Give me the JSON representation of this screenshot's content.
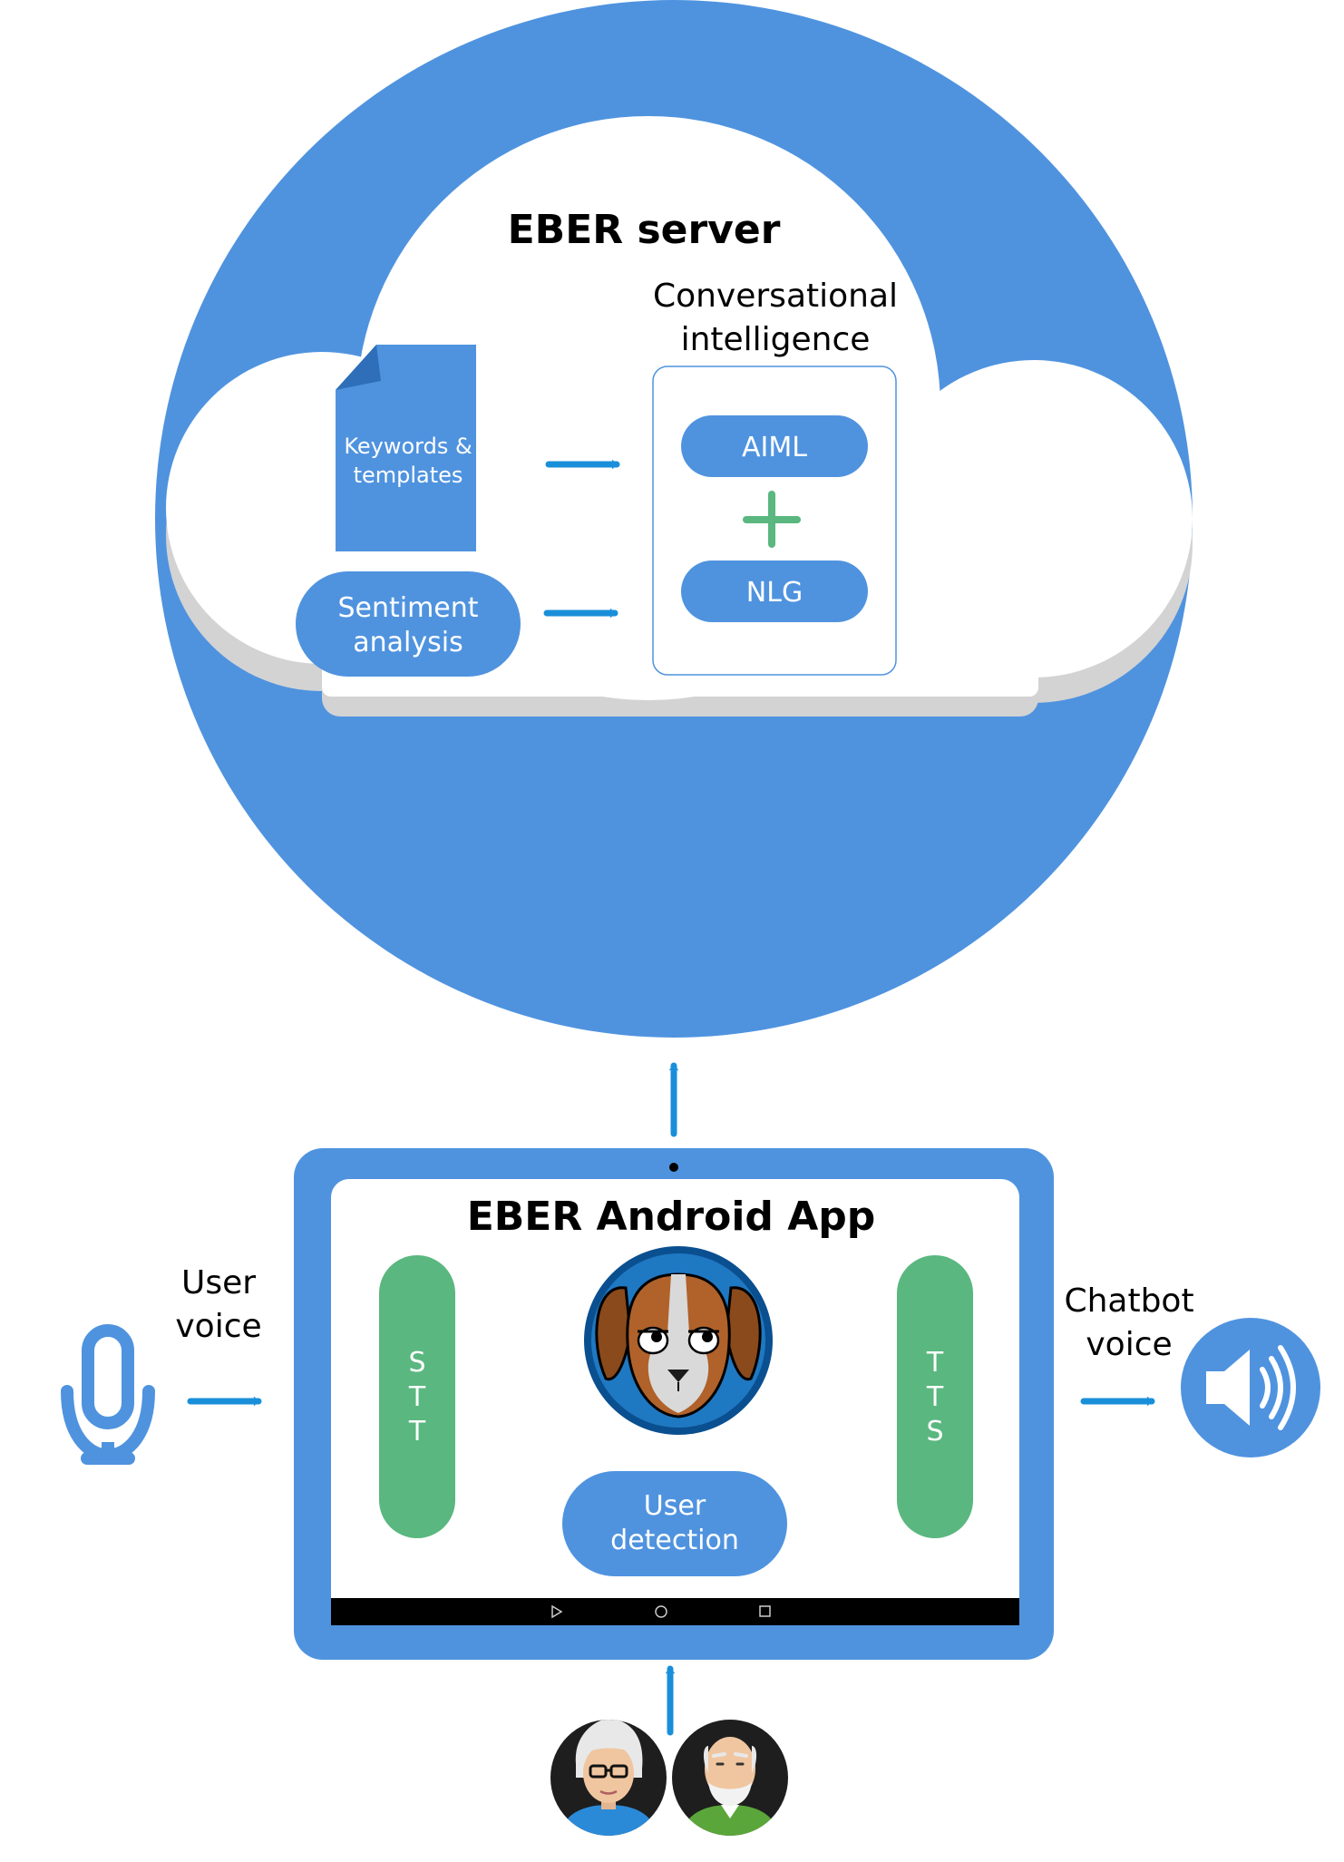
{
  "server": {
    "title": "EBER server",
    "conversational_line1": "Conversational",
    "conversational_line2": "intelligence",
    "keywords_line1": "Keywords &",
    "keywords_line2": "templates",
    "sentiment_line1": "Sentiment",
    "sentiment_line2": "analysis",
    "aiml": "AIML",
    "plus": "+",
    "nlg": "NLG"
  },
  "app": {
    "title": "EBER Android App",
    "stt_letters": [
      "S",
      "T",
      "T"
    ],
    "tts_letters": [
      "T",
      "T",
      "S"
    ],
    "user_detection_line1": "User",
    "user_detection_line2": "detection"
  },
  "io": {
    "user_voice_line1": "User",
    "user_voice_line2": "voice",
    "chatbot_voice_line1": "Chatbot",
    "chatbot_voice_line2": "voice"
  },
  "colors": {
    "primary_blue": "#4f93df",
    "arrow_blue": "#1a8fd9",
    "green": "#5ab77f",
    "dark_navy": "#0a4f8f",
    "shadow_gray": "#d3d3d3",
    "nav_bar": "#000000"
  },
  "icons": {
    "microphone": "microphone-icon",
    "speaker": "speaker-icon",
    "dog_avatar": "dog-avatar-icon",
    "elderly_woman": "elderly-woman-avatar",
    "elderly_man": "elderly-man-avatar",
    "document": "document-icon"
  }
}
